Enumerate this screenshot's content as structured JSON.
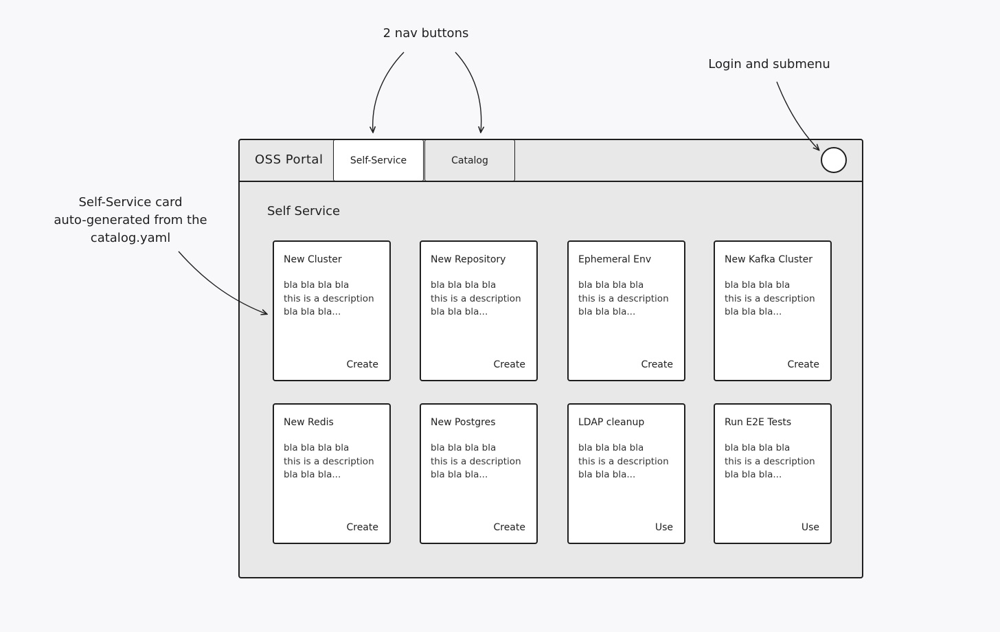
{
  "annotations": {
    "nav_buttons": "2 nav buttons",
    "login": "Login and submenu",
    "card_note": [
      "Self-Service card",
      "auto-generated from the",
      "catalog.yaml"
    ]
  },
  "app": {
    "brand": "OSS Portal",
    "tabs": [
      {
        "label": "Self-Service",
        "active": true
      },
      {
        "label": "Catalog",
        "active": false
      }
    ],
    "section_title": "Self Service"
  },
  "cards": [
    {
      "title": "New Cluster",
      "desc": [
        "bla bla bla bla",
        "this is a description",
        "bla bla bla..."
      ],
      "action": "Create"
    },
    {
      "title": "New Repository",
      "desc": [
        "bla bla bla bla",
        "this is a description",
        "bla bla bla..."
      ],
      "action": "Create"
    },
    {
      "title": "Ephemeral Env",
      "desc": [
        "bla bla bla bla",
        "this is a description",
        "bla bla bla..."
      ],
      "action": "Create"
    },
    {
      "title": "New Kafka Cluster",
      "desc": [
        "bla bla bla bla",
        "this is a description",
        "bla bla bla..."
      ],
      "action": "Create"
    },
    {
      "title": "New Redis",
      "desc": [
        "bla bla bla bla",
        "this is a description",
        "bla bla bla..."
      ],
      "action": "Create"
    },
    {
      "title": "New Postgres",
      "desc": [
        "bla bla bla bla",
        "this is a description",
        "bla bla bla..."
      ],
      "action": "Create"
    },
    {
      "title": "LDAP cleanup",
      "desc": [
        "bla bla bla bla",
        "this is a description",
        "bla bla bla..."
      ],
      "action": "Use"
    },
    {
      "title": "Run E2E Tests",
      "desc": [
        "bla bla bla bla",
        "this is a description",
        "bla bla bla..."
      ],
      "action": "Use"
    }
  ],
  "colors": {
    "page_background": "#f8f8fb",
    "window_background": "#e8e8e8",
    "stroke": "#1e1e1e",
    "card_background": "#ffffff"
  }
}
